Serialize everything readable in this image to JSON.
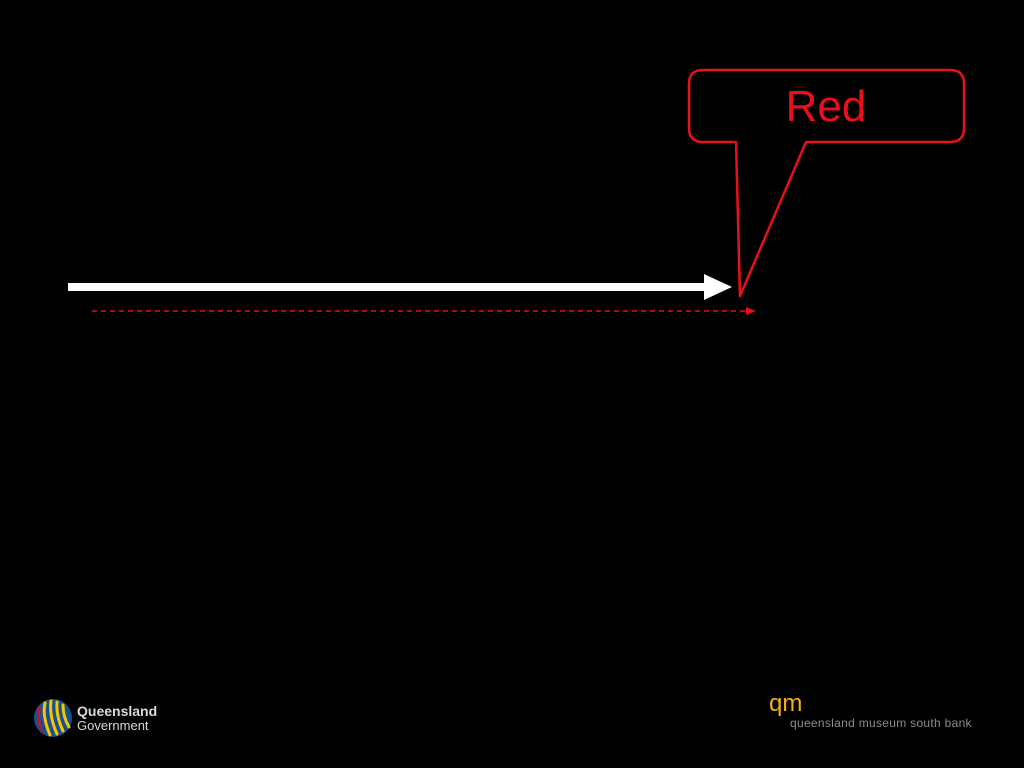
{
  "callout": {
    "label": "Red"
  },
  "colors": {
    "background": "#000000",
    "accent_red": "#e8101a",
    "arrow_white": "#ffffff",
    "qld_text": "#d9d9d9",
    "qm_yellow": "#f2b01e",
    "qm_subtitle": "#8c8c8c",
    "logo_blue": "#1a4f8f",
    "logo_yellow": "#f6c500",
    "logo_red": "#c8102e"
  },
  "footer": {
    "left_logo": {
      "line1": "Queensland",
      "line2": "Government",
      "icon": "queensland-government-logo-icon"
    },
    "right_logo": {
      "mark": "qm",
      "subtitle": "queensland museum south bank"
    }
  }
}
